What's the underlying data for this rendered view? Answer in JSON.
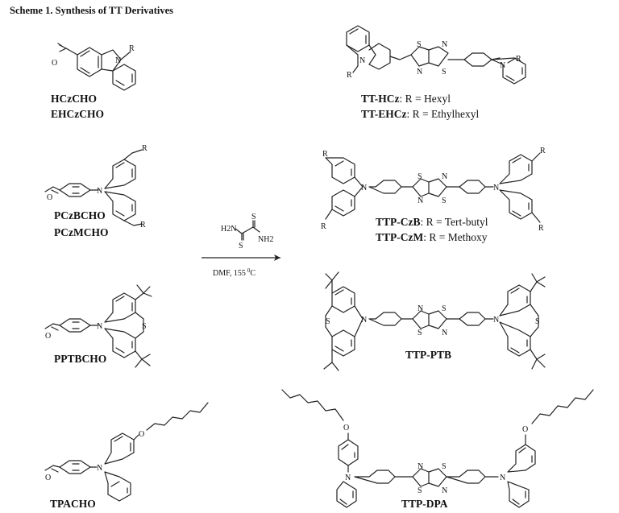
{
  "caption": "Scheme 1. Synthesis of TT Derivatives",
  "reactant_labels": [
    "HCzCHO",
    "EHCzCHO",
    "PCzBCHO",
    "PCzMCHO",
    "PPTBCHO",
    "TPACHO"
  ],
  "reagent": {
    "nh2_top": "H2N",
    "nh2_bottom": "NH2",
    "s_top": "S",
    "s_bottom": "S",
    "conditions_prefix": "DMF, 155",
    "conditions_sup": "0",
    "conditions_unit": "C"
  },
  "products": {
    "tt_hcz": {
      "name": "TT-HCz",
      "sub": ": R = Hexyl"
    },
    "tt_ehcz": {
      "name": "TT-EHCz",
      "sub": ": R = Ethylhexyl"
    },
    "ttp_czb": {
      "name": "TTP-CzB",
      "sub": ": R = Tert-butyl"
    },
    "ttp_czm": {
      "name": "TTP-CzM",
      "sub": ": R = Methoxy"
    },
    "ttp_ptb": {
      "name": "TTP-PTB",
      "sub": ""
    },
    "ttp_dpa": {
      "name": "TTP-DPA",
      "sub": ""
    }
  },
  "atoms": {
    "N": "N",
    "S": "S",
    "O": "O",
    "R": "R"
  }
}
